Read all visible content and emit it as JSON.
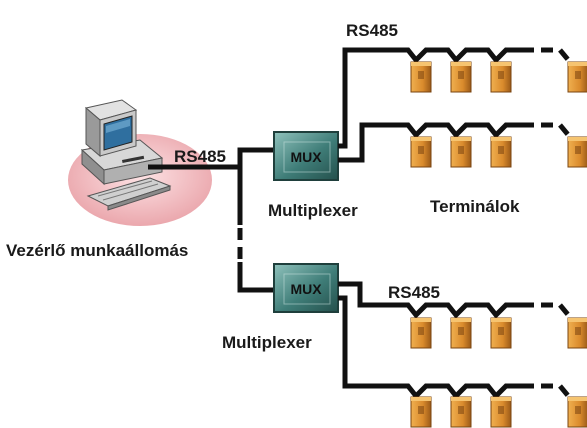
{
  "labels": {
    "rs485_top": "RS485",
    "rs485_workstation": "RS485",
    "rs485_bottom": "RS485",
    "mux_top": "MUX",
    "mux_bottom": "MUX",
    "multiplexer_top": "Multiplexer",
    "multiplexer_bottom": "Multiplexer",
    "terminals": "Terminálok",
    "workstation": "Vezérlő munkaállomás"
  },
  "colors": {
    "wire": "#111111",
    "mux_fill": "#3f7d78",
    "terminal_fill": "#d98a2c",
    "terminal_dark": "#8a4f12",
    "ellipse_fill": "#f2b5ba"
  },
  "icons": {
    "computer": "computer-icon",
    "terminal": "terminal-icon",
    "mux": "mux-box-icon"
  }
}
